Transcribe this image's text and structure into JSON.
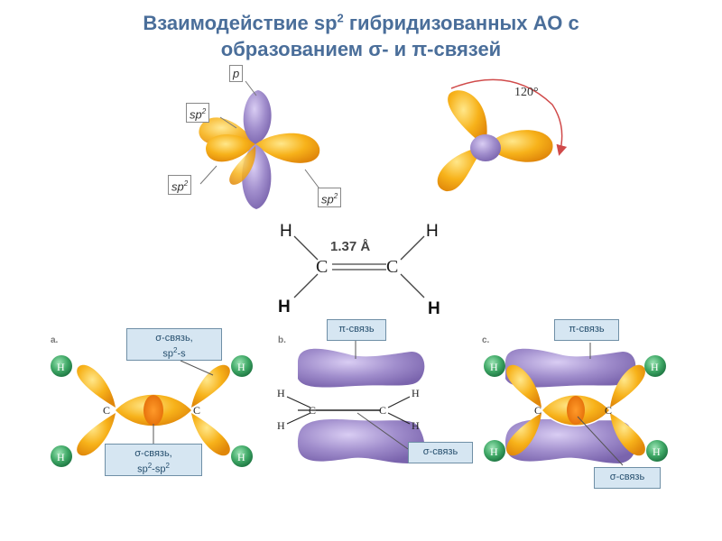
{
  "title": {
    "line1_before_sup": "Взаимодействие sp",
    "line1_sup": "2",
    "line1_after_sup": " гибридизованных АО с",
    "line2": "образованием σ- и π-связей"
  },
  "orbital_labels": {
    "p": "p",
    "sp": "sp",
    "sup2": "2"
  },
  "angle_label": "120°",
  "ethylene": {
    "bond_length": "1.37 Å",
    "carbon": "C",
    "hydrogen": "H"
  },
  "panels": {
    "a": "a.",
    "b": "b.",
    "c": "c."
  },
  "callouts": {
    "a_top_l1": "σ-связь,",
    "a_top_l2": "sp2-s",
    "a_bottom_l1": "σ-связь,",
    "a_bottom_l2": "sp2-sp2",
    "b_top": "π-связь",
    "b_bottom": "σ-связь",
    "c_top": "π-связь",
    "c_bottom": "σ-связь"
  },
  "colors": {
    "sp2_lobe": "#f5a10c",
    "p_lobe": "#9a86c8",
    "hydrogen": "#2f9a58",
    "title": "#4a6e9a",
    "callout_bg": "#d6e6f2"
  }
}
